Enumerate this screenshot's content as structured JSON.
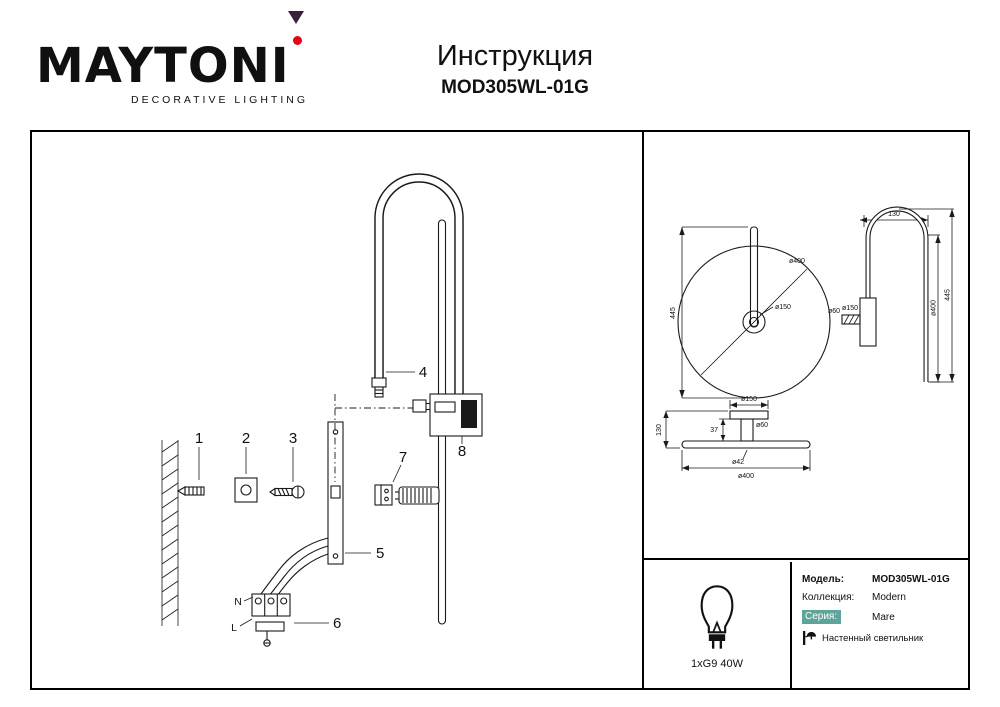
{
  "header": {
    "brand": "MAYTONI",
    "tagline": "DECORATIVE LIGHTING",
    "doc_title": "Инструкция",
    "model": "MOD305WL-01G"
  },
  "colors": {
    "accent_red": "#e30613",
    "brand_purple": "#3a1f3c",
    "series_badge_bg": "#5fa49a"
  },
  "assembly": {
    "parts": [
      "1",
      "2",
      "3",
      "4",
      "5",
      "6",
      "7",
      "8"
    ],
    "wires": {
      "neutral": "N",
      "line": "L"
    }
  },
  "drawings": {
    "front": {
      "height": "445",
      "disc": "ø400",
      "hub": "ø150"
    },
    "side": {
      "depth": "130",
      "plate": "ø150",
      "stem": "ø60",
      "disc": "ø400",
      "height": "445"
    },
    "top": {
      "plate": "ø150",
      "stem": "ø60",
      "stem_depth": "37",
      "depth": "130",
      "hub": "ø42",
      "width": "ø400"
    }
  },
  "spec": {
    "bulb_label": "1xG9 40W",
    "fields": [
      {
        "label": "Модель:",
        "value": "MOD305WL-01G"
      },
      {
        "label": "Коллекция:",
        "value": "Modern"
      },
      {
        "label": "Серия:",
        "value": "Mare"
      }
    ],
    "type": "Настенный светильник"
  }
}
